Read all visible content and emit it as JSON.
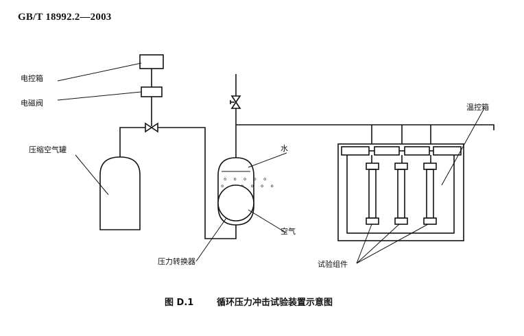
{
  "header": {
    "standard_code": "GB/T 18992.2—2003"
  },
  "labels": {
    "control_box": "电控箱",
    "solenoid_valve": "电磁阀",
    "air_tank": "压缩空气罐",
    "water": "水",
    "air": "空气",
    "pressure_converter": "压力转换器",
    "temp_box": "温控箱",
    "test_assembly": "试验组件"
  },
  "caption": {
    "figure_no": "图 D.1",
    "title": "循环压力冲击试验装置示意图"
  }
}
